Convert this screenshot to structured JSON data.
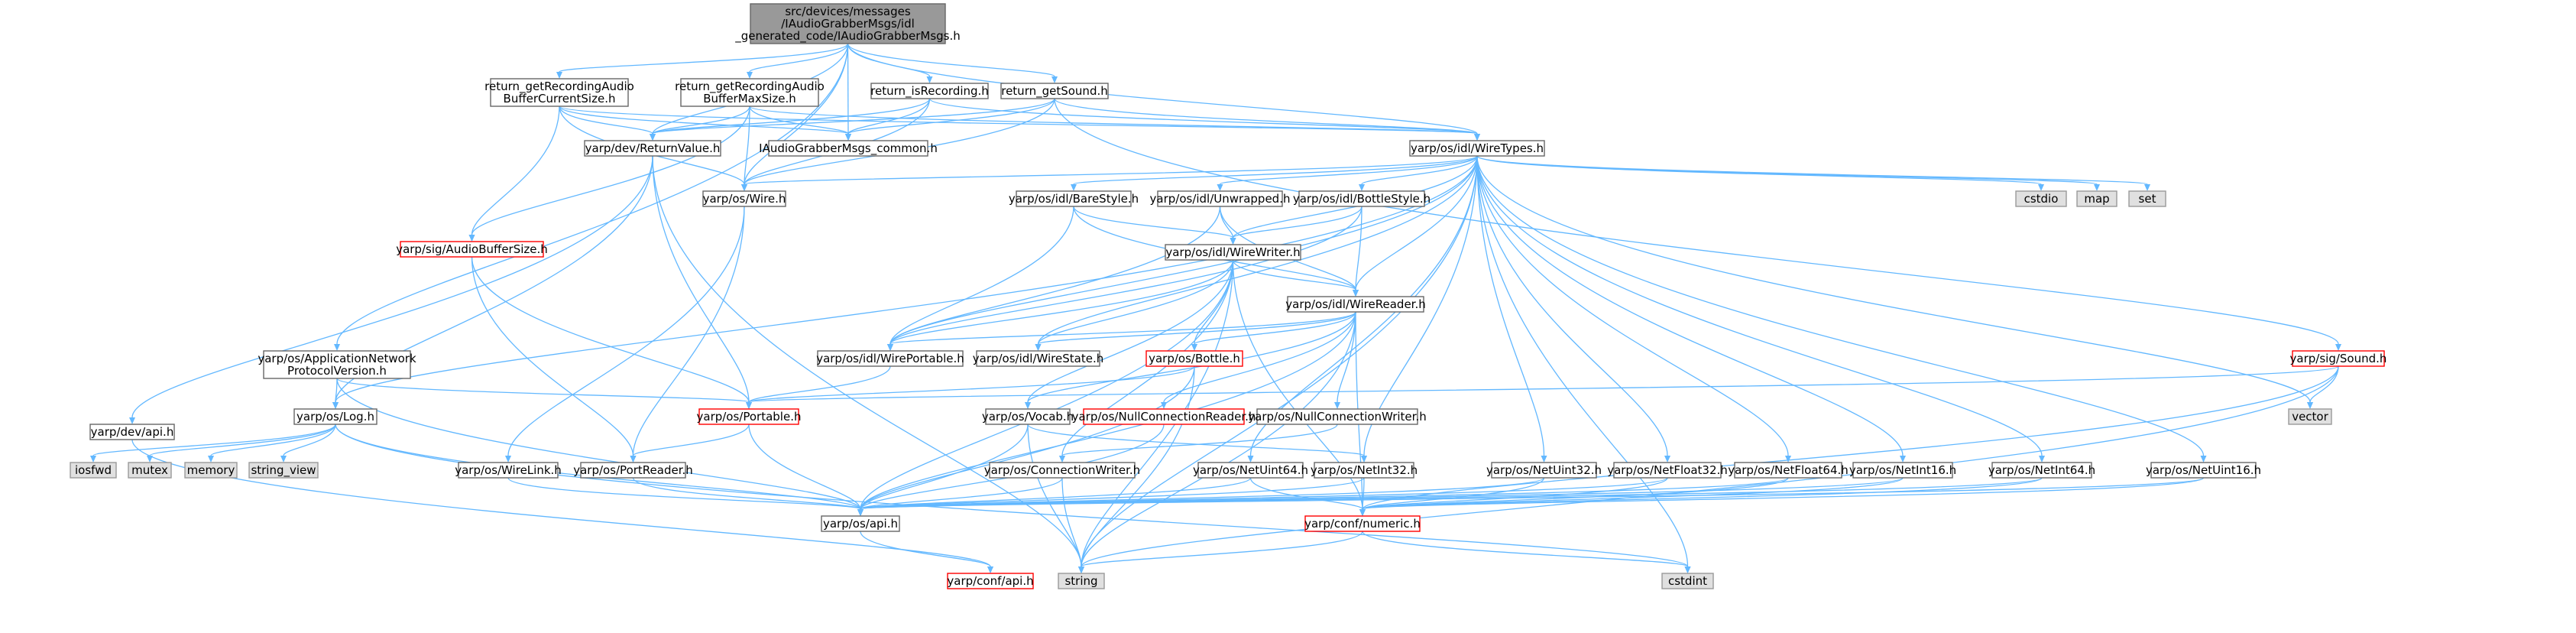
{
  "colors": {
    "edge": "#63b8ff",
    "node_fill": "#ffffff",
    "node_border": "#666666",
    "root_fill": "#999999",
    "root_border": "#666666",
    "missing_border": "#ff0000",
    "system_fill": "#e0e0e0",
    "system_border": "#999999"
  },
  "nodes": [
    {
      "id": "root",
      "kind": "root",
      "lines": [
        "src/devices/messages",
        "/IAudioGrabberMsgs/idl",
        "_generated_code/IAudioGrabberMsgs.h"
      ]
    },
    {
      "id": "bufcur",
      "kind": "normal",
      "lines": [
        "return_getRecordingAudio",
        "BufferCurrentSize.h"
      ]
    },
    {
      "id": "bufmax",
      "kind": "normal",
      "lines": [
        "return_getRecordingAudio",
        "BufferMaxSize.h"
      ]
    },
    {
      "id": "isrec",
      "kind": "normal",
      "lines": [
        "return_isRecording.h"
      ]
    },
    {
      "id": "getsound",
      "kind": "normal",
      "lines": [
        "return_getSound.h"
      ]
    },
    {
      "id": "retval",
      "kind": "normal",
      "lines": [
        "yarp/dev/ReturnValue.h"
      ]
    },
    {
      "id": "common",
      "kind": "normal",
      "lines": [
        "IAudioGrabberMsgs_common.h"
      ]
    },
    {
      "id": "wiretypes",
      "kind": "normal",
      "lines": [
        "yarp/os/idl/WireTypes.h"
      ]
    },
    {
      "id": "wire",
      "kind": "normal",
      "lines": [
        "yarp/os/Wire.h"
      ]
    },
    {
      "id": "audiobuf",
      "kind": "missing",
      "lines": [
        "yarp/sig/AudioBufferSize.h"
      ]
    },
    {
      "id": "devapi",
      "kind": "normal",
      "lines": [
        "yarp/dev/api.h"
      ]
    },
    {
      "id": "appnet",
      "kind": "normal",
      "lines": [
        "yarp/os/ApplicationNetwork",
        "ProtocolVersion.h"
      ]
    },
    {
      "id": "log",
      "kind": "normal",
      "lines": [
        "yarp/os/Log.h"
      ]
    },
    {
      "id": "barestyle",
      "kind": "normal",
      "lines": [
        "yarp/os/idl/BareStyle.h"
      ]
    },
    {
      "id": "unwrapped",
      "kind": "normal",
      "lines": [
        "yarp/os/idl/Unwrapped.h"
      ]
    },
    {
      "id": "bottlestyle",
      "kind": "normal",
      "lines": [
        "yarp/os/idl/BottleStyle.h"
      ]
    },
    {
      "id": "cstdio",
      "kind": "system",
      "lines": [
        "cstdio"
      ]
    },
    {
      "id": "map",
      "kind": "system",
      "lines": [
        "map"
      ]
    },
    {
      "id": "set",
      "kind": "system",
      "lines": [
        "set"
      ]
    },
    {
      "id": "wirewriter",
      "kind": "normal",
      "lines": [
        "yarp/os/idl/WireWriter.h"
      ]
    },
    {
      "id": "wirereader",
      "kind": "normal",
      "lines": [
        "yarp/os/idl/WireReader.h"
      ]
    },
    {
      "id": "wireportable",
      "kind": "normal",
      "lines": [
        "yarp/os/idl/WirePortable.h"
      ]
    },
    {
      "id": "wirestate",
      "kind": "normal",
      "lines": [
        "yarp/os/idl/WireState.h"
      ]
    },
    {
      "id": "bottle",
      "kind": "missing",
      "lines": [
        "yarp/os/Bottle.h"
      ]
    },
    {
      "id": "sound",
      "kind": "missing",
      "lines": [
        "yarp/sig/Sound.h"
      ]
    },
    {
      "id": "vector",
      "kind": "system",
      "lines": [
        "vector"
      ]
    },
    {
      "id": "portable",
      "kind": "missing",
      "lines": [
        "yarp/os/Portable.h"
      ]
    },
    {
      "id": "vocab",
      "kind": "normal",
      "lines": [
        "yarp/os/Vocab.h"
      ]
    },
    {
      "id": "nullreader",
      "kind": "missing",
      "lines": [
        "yarp/os/NullConnectionReader.h"
      ]
    },
    {
      "id": "nullwriter",
      "kind": "normal",
      "lines": [
        "yarp/os/NullConnectionWriter.h"
      ]
    },
    {
      "id": "iosfwd",
      "kind": "system",
      "lines": [
        "iosfwd"
      ]
    },
    {
      "id": "mutex",
      "kind": "system",
      "lines": [
        "mutex"
      ]
    },
    {
      "id": "memory",
      "kind": "system",
      "lines": [
        "memory"
      ]
    },
    {
      "id": "string_view",
      "kind": "system",
      "lines": [
        "string_view"
      ]
    },
    {
      "id": "wirelink",
      "kind": "normal",
      "lines": [
        "yarp/os/WireLink.h"
      ]
    },
    {
      "id": "portreader",
      "kind": "normal",
      "lines": [
        "yarp/os/PortReader.h"
      ]
    },
    {
      "id": "connwriter",
      "kind": "normal",
      "lines": [
        "yarp/os/ConnectionWriter.h"
      ]
    },
    {
      "id": "netuint64",
      "kind": "normal",
      "lines": [
        "yarp/os/NetUint64.h"
      ]
    },
    {
      "id": "netint32",
      "kind": "normal",
      "lines": [
        "yarp/os/NetInt32.h"
      ]
    },
    {
      "id": "netuint32",
      "kind": "normal",
      "lines": [
        "yarp/os/NetUint32.h"
      ]
    },
    {
      "id": "netfloat32",
      "kind": "normal",
      "lines": [
        "yarp/os/NetFloat32.h"
      ]
    },
    {
      "id": "netfloat64",
      "kind": "normal",
      "lines": [
        "yarp/os/NetFloat64.h"
      ]
    },
    {
      "id": "netint16",
      "kind": "normal",
      "lines": [
        "yarp/os/NetInt16.h"
      ]
    },
    {
      "id": "netint64",
      "kind": "normal",
      "lines": [
        "yarp/os/NetInt64.h"
      ]
    },
    {
      "id": "netuint16",
      "kind": "normal",
      "lines": [
        "yarp/os/NetUint16.h"
      ]
    },
    {
      "id": "osapi",
      "kind": "normal",
      "lines": [
        "yarp/os/api.h"
      ]
    },
    {
      "id": "numeric",
      "kind": "missing",
      "lines": [
        "yarp/conf/numeric.h"
      ]
    },
    {
      "id": "confapi",
      "kind": "missing",
      "lines": [
        "yarp/conf/api.h"
      ]
    },
    {
      "id": "string",
      "kind": "system",
      "lines": [
        "string"
      ]
    },
    {
      "id": "cstdint",
      "kind": "system",
      "lines": [
        "cstdint"
      ]
    }
  ],
  "edges": [
    [
      "root",
      "bufcur"
    ],
    [
      "root",
      "bufmax"
    ],
    [
      "root",
      "isrec"
    ],
    [
      "root",
      "getsound"
    ],
    [
      "root",
      "retval"
    ],
    [
      "root",
      "common"
    ],
    [
      "root",
      "wiretypes"
    ],
    [
      "root",
      "wire"
    ],
    [
      "root",
      "appnet"
    ],
    [
      "bufcur",
      "retval"
    ],
    [
      "bufcur",
      "common"
    ],
    [
      "bufcur",
      "wiretypes"
    ],
    [
      "bufcur",
      "wire"
    ],
    [
      "bufcur",
      "audiobuf"
    ],
    [
      "bufmax",
      "retval"
    ],
    [
      "bufmax",
      "common"
    ],
    [
      "bufmax",
      "wiretypes"
    ],
    [
      "bufmax",
      "wire"
    ],
    [
      "bufmax",
      "audiobuf"
    ],
    [
      "isrec",
      "retval"
    ],
    [
      "isrec",
      "common"
    ],
    [
      "isrec",
      "wiretypes"
    ],
    [
      "isrec",
      "wire"
    ],
    [
      "getsound",
      "retval"
    ],
    [
      "getsound",
      "common"
    ],
    [
      "getsound",
      "wiretypes"
    ],
    [
      "getsound",
      "wire"
    ],
    [
      "getsound",
      "sound"
    ],
    [
      "retval",
      "devapi"
    ],
    [
      "retval",
      "log"
    ],
    [
      "retval",
      "portable"
    ],
    [
      "retval",
      "string"
    ],
    [
      "devapi",
      "confapi"
    ],
    [
      "audiobuf",
      "portable"
    ],
    [
      "audiobuf",
      "portreader"
    ],
    [
      "appnet",
      "log"
    ],
    [
      "appnet",
      "portable"
    ],
    [
      "appnet",
      "osapi"
    ],
    [
      "log",
      "iosfwd"
    ],
    [
      "log",
      "mutex"
    ],
    [
      "log",
      "memory"
    ],
    [
      "log",
      "string_view"
    ],
    [
      "log",
      "osapi"
    ],
    [
      "log",
      "cstdint"
    ],
    [
      "wiretypes",
      "wire"
    ],
    [
      "wiretypes",
      "barestyle"
    ],
    [
      "wiretypes",
      "unwrapped"
    ],
    [
      "wiretypes",
      "bottlestyle"
    ],
    [
      "wiretypes",
      "cstdio"
    ],
    [
      "wiretypes",
      "map"
    ],
    [
      "wiretypes",
      "set"
    ],
    [
      "wiretypes",
      "wirewriter"
    ],
    [
      "wiretypes",
      "wirereader"
    ],
    [
      "wiretypes",
      "wireportable"
    ],
    [
      "wiretypes",
      "wirestate"
    ],
    [
      "wiretypes",
      "log"
    ],
    [
      "wiretypes",
      "vector"
    ],
    [
      "wiretypes",
      "string"
    ],
    [
      "wiretypes",
      "cstdint"
    ],
    [
      "wiretypes",
      "netuint64"
    ],
    [
      "wiretypes",
      "netint32"
    ],
    [
      "wiretypes",
      "netuint32"
    ],
    [
      "wiretypes",
      "netfloat32"
    ],
    [
      "wiretypes",
      "netfloat64"
    ],
    [
      "wiretypes",
      "netint16"
    ],
    [
      "wiretypes",
      "netint64"
    ],
    [
      "wiretypes",
      "netuint16"
    ],
    [
      "wire",
      "portreader"
    ],
    [
      "wire",
      "wirelink"
    ],
    [
      "wirelink",
      "osapi"
    ],
    [
      "barestyle",
      "wirewriter"
    ],
    [
      "barestyle",
      "wirereader"
    ],
    [
      "barestyle",
      "wireportable"
    ],
    [
      "unwrapped",
      "wirewriter"
    ],
    [
      "unwrapped",
      "wirereader"
    ],
    [
      "unwrapped",
      "wireportable"
    ],
    [
      "bottlestyle",
      "wirewriter"
    ],
    [
      "bottlestyle",
      "wirereader"
    ],
    [
      "bottlestyle",
      "wireportable"
    ],
    [
      "wirewriter",
      "wirereader"
    ],
    [
      "wirewriter",
      "wireportable"
    ],
    [
      "wirewriter",
      "wirestate"
    ],
    [
      "wirewriter",
      "bottle"
    ],
    [
      "wirewriter",
      "vocab"
    ],
    [
      "wirewriter",
      "osapi"
    ],
    [
      "wirewriter",
      "connwriter"
    ],
    [
      "wirewriter",
      "numeric"
    ],
    [
      "wirewriter",
      "string"
    ],
    [
      "wirereader",
      "wireportable"
    ],
    [
      "wirereader",
      "wirestate"
    ],
    [
      "wirereader",
      "bottle"
    ],
    [
      "wirereader",
      "vocab"
    ],
    [
      "wirereader",
      "nullreader"
    ],
    [
      "wirereader",
      "nullwriter"
    ],
    [
      "wirereader",
      "numeric"
    ],
    [
      "wirereader",
      "osapi"
    ],
    [
      "wirereader",
      "string"
    ],
    [
      "wireportable",
      "portable"
    ],
    [
      "bottle",
      "portable"
    ],
    [
      "bottle",
      "osapi"
    ],
    [
      "bottle",
      "string"
    ],
    [
      "sound",
      "portable"
    ],
    [
      "sound",
      "vector"
    ],
    [
      "sound",
      "numeric"
    ],
    [
      "sound",
      "string"
    ],
    [
      "portable",
      "portreader"
    ],
    [
      "portable",
      "osapi"
    ],
    [
      "vocab",
      "netint32"
    ],
    [
      "vocab",
      "osapi"
    ],
    [
      "vocab",
      "string"
    ],
    [
      "nullreader",
      "osapi"
    ],
    [
      "nullwriter",
      "connwriter"
    ],
    [
      "connwriter",
      "osapi"
    ],
    [
      "connwriter",
      "string"
    ],
    [
      "portreader",
      "osapi"
    ],
    [
      "netuint64",
      "osapi"
    ],
    [
      "netuint64",
      "numeric"
    ],
    [
      "netint32",
      "osapi"
    ],
    [
      "netint32",
      "numeric"
    ],
    [
      "netuint32",
      "osapi"
    ],
    [
      "netuint32",
      "numeric"
    ],
    [
      "netfloat32",
      "osapi"
    ],
    [
      "netfloat32",
      "numeric"
    ],
    [
      "netfloat64",
      "osapi"
    ],
    [
      "netfloat64",
      "numeric"
    ],
    [
      "netint16",
      "osapi"
    ],
    [
      "netint16",
      "numeric"
    ],
    [
      "netint64",
      "osapi"
    ],
    [
      "netint64",
      "numeric"
    ],
    [
      "netuint16",
      "osapi"
    ],
    [
      "netuint16",
      "numeric"
    ],
    [
      "osapi",
      "confapi"
    ],
    [
      "numeric",
      "string"
    ],
    [
      "numeric",
      "cstdint"
    ]
  ]
}
